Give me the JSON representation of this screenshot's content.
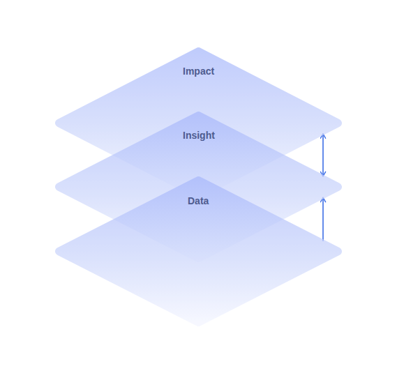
{
  "diagram": {
    "nodes": [
      {
        "text": [
          "Impact"
        ]
      },
      {
        "text": [
          "Insight"
        ]
      },
      {
        "text": [
          "Data"
        ]
      }
    ],
    "edges": [
      {
        "from": 1,
        "to": 0,
        "arrow": "both"
      },
      {
        "from": 2,
        "to": 1,
        "arrow": "to"
      }
    ]
  }
}
